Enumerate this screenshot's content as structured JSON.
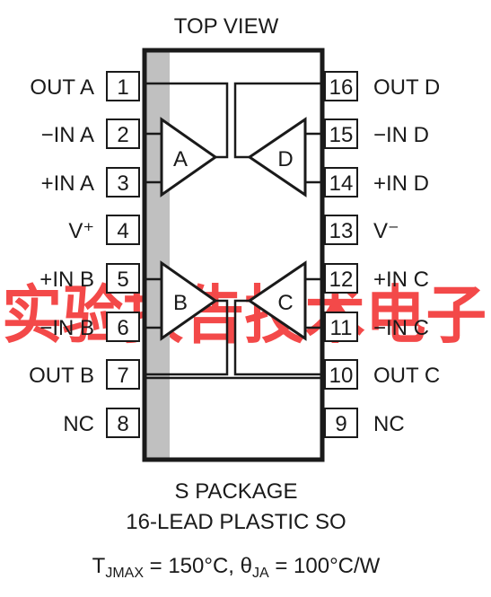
{
  "diagram": {
    "view_label": "TOP VIEW",
    "package_line1": "S PACKAGE",
    "package_line2": "16-LEAD PLASTIC SO",
    "thermal": {
      "t_symbol": "T",
      "t_subscript": "JMAX",
      "t_value": " = 150°C, ",
      "theta_symbol": "θ",
      "theta_subscript": "JA",
      "theta_value": " = 100°C/W"
    },
    "watermark": "实验报告技术电子",
    "colors": {
      "ink": "#1a1a1a",
      "body_stripe": "#c0c0c0",
      "watermark": "#f22a2a"
    },
    "left_pins": [
      {
        "number": "1",
        "label": "OUT A"
      },
      {
        "number": "2",
        "label": "−IN A"
      },
      {
        "number": "3",
        "label": "+IN A"
      },
      {
        "number": "4",
        "label": "V⁺"
      },
      {
        "number": "5",
        "label": "+IN B"
      },
      {
        "number": "6",
        "label": "−IN B"
      },
      {
        "number": "7",
        "label": "OUT B"
      },
      {
        "number": "8",
        "label": "NC"
      }
    ],
    "right_pins": [
      {
        "number": "16",
        "label": "OUT D"
      },
      {
        "number": "15",
        "label": "−IN D"
      },
      {
        "number": "14",
        "label": "+IN D"
      },
      {
        "number": "13",
        "label": "V⁻"
      },
      {
        "number": "12",
        "label": "+IN C"
      },
      {
        "number": "11",
        "label": "−IN C"
      },
      {
        "number": "10",
        "label": "OUT C"
      },
      {
        "number": "9",
        "label": "NC"
      }
    ],
    "amplifiers": [
      {
        "id": "a",
        "label": "A"
      },
      {
        "id": "b",
        "label": "B"
      },
      {
        "id": "c",
        "label": "C"
      },
      {
        "id": "d",
        "label": "D"
      }
    ]
  }
}
